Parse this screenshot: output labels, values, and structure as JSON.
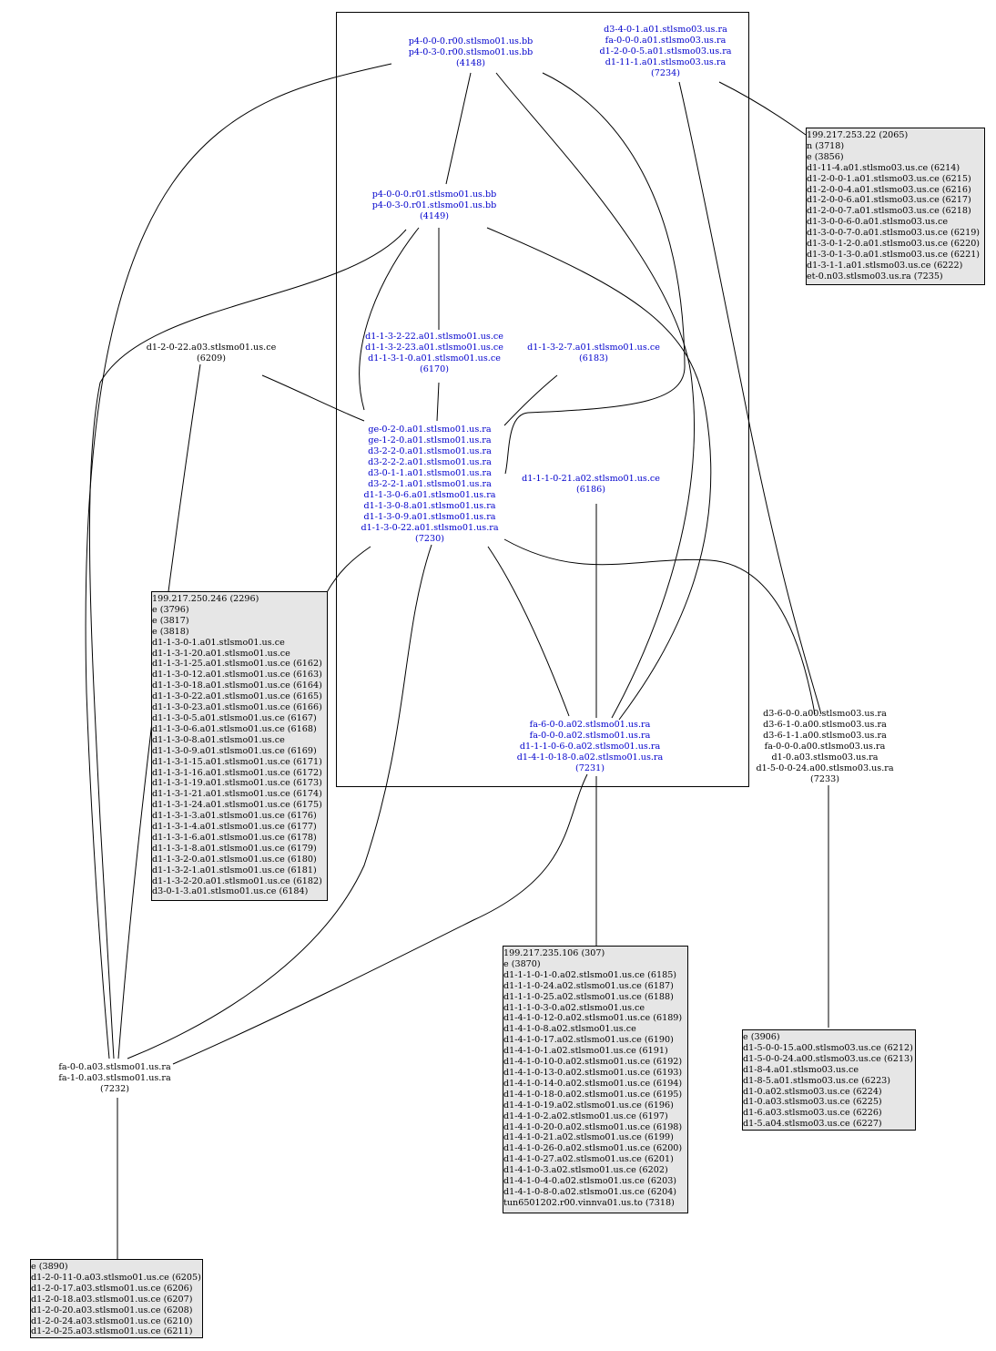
{
  "nodes": {
    "n4148": {
      "lines": [
        "p4-0-0-0.r00.stlsmo01.us.bb",
        "p4-0-3-0.r00.stlsmo01.us.bb",
        "(4148)"
      ]
    },
    "n7234": {
      "lines": [
        "d3-4-0-1.a01.stlsmo03.us.ra",
        "fa-0-0-0.a01.stlsmo03.us.ra",
        "d1-2-0-0-5.a01.stlsmo03.us.ra",
        "d1-11-1.a01.stlsmo03.us.ra",
        "(7234)"
      ]
    },
    "n4149": {
      "lines": [
        "p4-0-0-0.r01.stlsmo01.us.bb",
        "p4-0-3-0.r01.stlsmo01.us.bb",
        "(4149)"
      ]
    },
    "n6170": {
      "lines": [
        "d1-1-3-2-22.a01.stlsmo01.us.ce",
        "d1-1-3-2-23.a01.stlsmo01.us.ce",
        "d1-1-3-1-0.a01.stlsmo01.us.ce",
        "(6170)"
      ]
    },
    "n6183": {
      "lines": [
        "d1-1-3-2-7.a01.stlsmo01.us.ce",
        "(6183)"
      ]
    },
    "n6209": {
      "lines": [
        "d1-2-0-22.a03.stlsmo01.us.ce",
        "(6209)"
      ]
    },
    "n7230": {
      "lines": [
        "ge-0-2-0.a01.stlsmo01.us.ra",
        "ge-1-2-0.a01.stlsmo01.us.ra",
        "d3-2-2-0.a01.stlsmo01.us.ra",
        "d3-2-2-2.a01.stlsmo01.us.ra",
        "d3-0-1-1.a01.stlsmo01.us.ra",
        "d3-2-2-1.a01.stlsmo01.us.ra",
        "d1-1-3-0-6.a01.stlsmo01.us.ra",
        "d1-1-3-0-8.a01.stlsmo01.us.ra",
        "d1-1-3-0-9.a01.stlsmo01.us.ra",
        "d1-1-3-0-22.a01.stlsmo01.us.ra",
        "(7230)"
      ]
    },
    "n6186": {
      "lines": [
        "d1-1-1-0-21.a02.stlsmo01.us.ce",
        "(6186)"
      ]
    },
    "n7231": {
      "lines": [
        "fa-6-0-0.a02.stlsmo01.us.ra",
        "fa-0-0-0.a02.stlsmo01.us.ra",
        "d1-1-1-0-6-0.a02.stlsmo01.us.ra",
        "d1-4-1-0-18-0.a02.stlsmo01.us.ra",
        "(7231)"
      ]
    },
    "n7233": {
      "lines": [
        "d3-6-0-0.a00.stlsmo03.us.ra",
        "d3-6-1-0.a00.stlsmo03.us.ra",
        "d3-6-1-1.a00.stlsmo03.us.ra",
        "fa-0-0-0.a00.stlsmo03.us.ra",
        "d1-0.a03.stlsmo03.us.ra",
        "d1-5-0-0-24.a00.stlsmo03.us.ra",
        "(7233)"
      ]
    },
    "n7232": {
      "lines": [
        "fa-0-0.a03.stlsmo01.us.ra",
        "fa-1-0.a03.stlsmo01.us.ra",
        "(7232)"
      ]
    }
  },
  "boxes": {
    "box2065": [
      "199.217.253.22 (2065)",
      "n (3718)",
      "e (3856)",
      "d1-11-4.a01.stlsmo03.us.ce (6214)",
      "d1-2-0-0-1.a01.stlsmo03.us.ce (6215)",
      "d1-2-0-0-4.a01.stlsmo03.us.ce (6216)",
      "d1-2-0-0-6.a01.stlsmo03.us.ce (6217)",
      "d1-2-0-0-7.a01.stlsmo03.us.ce (6218)",
      "d1-3-0-0-6-0.a01.stlsmo03.us.ce",
      "d1-3-0-0-7-0.a01.stlsmo03.us.ce (6219)",
      "d1-3-0-1-2-0.a01.stlsmo03.us.ce (6220)",
      "d1-3-0-1-3-0.a01.stlsmo03.us.ce (6221)",
      "d1-3-1-1.a01.stlsmo03.us.ce (6222)",
      "et-0.n03.stlsmo03.us.ra (7235)"
    ],
    "box2296": [
      "199.217.250.246 (2296)",
      "e (3796)",
      "e (3817)",
      "e (3818)",
      "d1-1-3-0-1.a01.stlsmo01.us.ce",
      "d1-1-3-1-20.a01.stlsmo01.us.ce",
      "d1-1-3-1-25.a01.stlsmo01.us.ce (6162)",
      "d1-1-3-0-12.a01.stlsmo01.us.ce (6163)",
      "d1-1-3-0-18.a01.stlsmo01.us.ce (6164)",
      "d1-1-3-0-22.a01.stlsmo01.us.ce (6165)",
      "d1-1-3-0-23.a01.stlsmo01.us.ce (6166)",
      "d1-1-3-0-5.a01.stlsmo01.us.ce (6167)",
      "d1-1-3-0-6.a01.stlsmo01.us.ce (6168)",
      "d1-1-3-0-8.a01.stlsmo01.us.ce",
      "d1-1-3-0-9.a01.stlsmo01.us.ce (6169)",
      "d1-1-3-1-15.a01.stlsmo01.us.ce (6171)",
      "d1-1-3-1-16.a01.stlsmo01.us.ce (6172)",
      "d1-1-3-1-19.a01.stlsmo01.us.ce (6173)",
      "d1-1-3-1-21.a01.stlsmo01.us.ce (6174)",
      "d1-1-3-1-24.a01.stlsmo01.us.ce (6175)",
      "d1-1-3-1-3.a01.stlsmo01.us.ce (6176)",
      "d1-1-3-1-4.a01.stlsmo01.us.ce (6177)",
      "d1-1-3-1-6.a01.stlsmo01.us.ce (6178)",
      "d1-1-3-1-8.a01.stlsmo01.us.ce (6179)",
      "d1-1-3-2-0.a01.stlsmo01.us.ce (6180)",
      "d1-1-3-2-1.a01.stlsmo01.us.ce (6181)",
      "d1-1-3-2-20.a01.stlsmo01.us.ce (6182)",
      "d3-0-1-3.a01.stlsmo01.us.ce (6184)"
    ],
    "box307": [
      "199.217.235.106 (307)",
      "e (3870)",
      "d1-1-1-0-1-0.a02.stlsmo01.us.ce (6185)",
      "d1-1-1-0-24.a02.stlsmo01.us.ce (6187)",
      "d1-1-1-0-25.a02.stlsmo01.us.ce (6188)",
      "d1-1-1-0-3-0.a02.stlsmo01.us.ce",
      "d1-4-1-0-12-0.a02.stlsmo01.us.ce (6189)",
      "d1-4-1-0-8.a02.stlsmo01.us.ce",
      "d1-4-1-0-17.a02.stlsmo01.us.ce (6190)",
      "d1-4-1-0-1.a02.stlsmo01.us.ce (6191)",
      "d1-4-1-0-10-0.a02.stlsmo01.us.ce (6192)",
      "d1-4-1-0-13-0.a02.stlsmo01.us.ce (6193)",
      "d1-4-1-0-14-0.a02.stlsmo01.us.ce (6194)",
      "d1-4-1-0-18-0.a02.stlsmo01.us.ce (6195)",
      "d1-4-1-0-19.a02.stlsmo01.us.ce (6196)",
      "d1-4-1-0-2.a02.stlsmo01.us.ce (6197)",
      "d1-4-1-0-20-0.a02.stlsmo01.us.ce (6198)",
      "d1-4-1-0-21.a02.stlsmo01.us.ce (6199)",
      "d1-4-1-0-26-0.a02.stlsmo01.us.ce (6200)",
      "d1-4-1-0-27.a02.stlsmo01.us.ce (6201)",
      "d1-4-1-0-3.a02.stlsmo01.us.ce (6202)",
      "d1-4-1-0-4-0.a02.stlsmo01.us.ce (6203)",
      "d1-4-1-0-8-0.a02.stlsmo01.us.ce (6204)",
      "tun6501202.r00.vinnva01.us.to (7318)"
    ],
    "box3906": [
      "e (3906)",
      "d1-5-0-0-15.a00.stlsmo03.us.ce (6212)",
      "d1-5-0-0-24.a00.stlsmo03.us.ce (6213)",
      "d1-8-4.a01.stlsmo03.us.ce",
      "d1-8-5.a01.stlsmo03.us.ce (6223)",
      "d1-0.a02.stlsmo03.us.ce (6224)",
      "d1-0.a03.stlsmo03.us.ce (6225)",
      "d1-6.a03.stlsmo03.us.ce (6226)",
      "d1-5.a04.stlsmo03.us.ce (6227)"
    ],
    "box3890": [
      "e (3890)",
      "d1-2-0-11-0.a03.stlsmo01.us.ce (6205)",
      "d1-2-0-17.a03.stlsmo01.us.ce (6206)",
      "d1-2-0-18.a03.stlsmo01.us.ce (6207)",
      "d1-2-0-20.a03.stlsmo01.us.ce (6208)",
      "d1-2-0-24.a03.stlsmo01.us.ce (6210)",
      "d1-2-0-25.a03.stlsmo01.us.ce (6211)"
    ]
  }
}
